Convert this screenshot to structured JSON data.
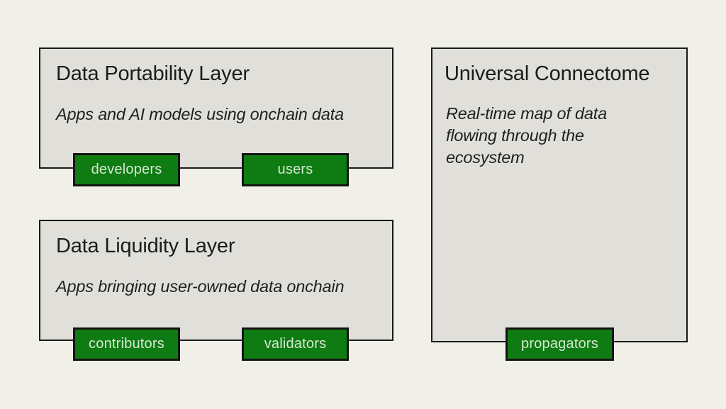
{
  "diagram": {
    "colors": {
      "background": "#f0efe8",
      "box_fill": "#e0dfda",
      "box_border": "#1a1a1a",
      "tag_fill": "#0e7c12",
      "tag_border": "#141414",
      "tag_text": "#d8e7d3",
      "text": "#1b1b1b"
    }
  },
  "boxes": [
    {
      "title": "Data Portability Layer",
      "subtitle": "Apps and AI models using onchain data",
      "tags": [
        "developers",
        "users"
      ]
    },
    {
      "title": "Data Liquidity Layer",
      "subtitle": "Apps bringing user-owned data onchain",
      "tags": [
        "contributors",
        "validators"
      ]
    },
    {
      "title": "Universal Connectome",
      "subtitle": "Real-time map of data\nflowing through the\necosystem",
      "tags": [
        "propagators"
      ]
    }
  ]
}
